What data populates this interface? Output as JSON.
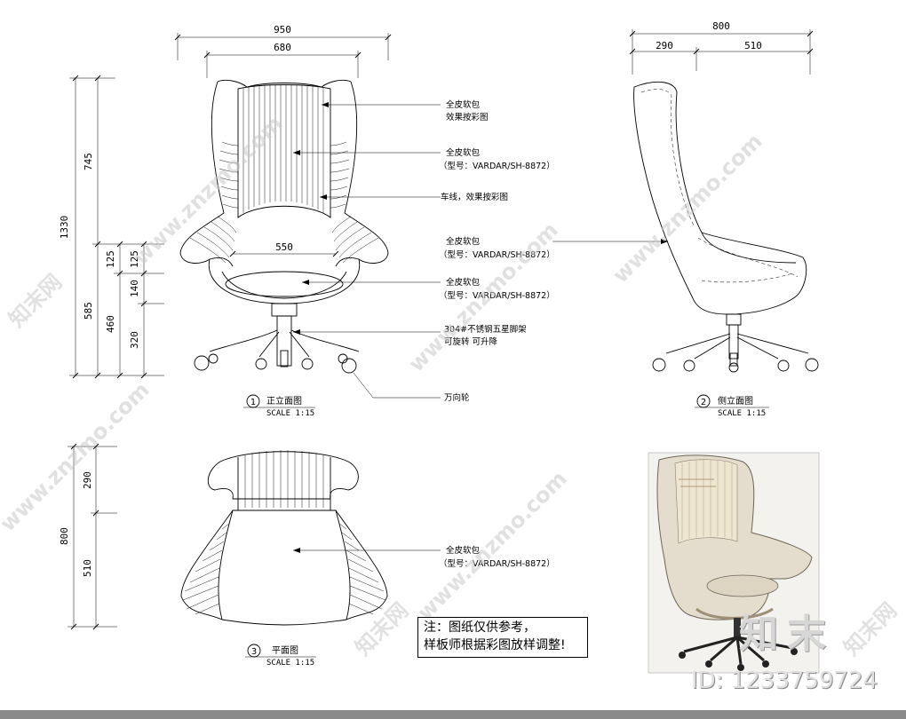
{
  "front_view": {
    "dims": {
      "total_width": "950",
      "back_width": "680",
      "seat_width": "550",
      "total_height": "1330",
      "back_height": "745",
      "lower_height": "585",
      "arm_h_outer": "125",
      "seat_h": "460",
      "arm_h_inner": "125",
      "cushion_h": "140",
      "base_h": "320"
    },
    "title": "正立面图",
    "num": "1",
    "scale": "SCALE 1:15"
  },
  "side_view": {
    "dims": {
      "depth": "800",
      "back_depth": "290",
      "seat_depth": "510"
    },
    "title": "侧立面图",
    "num": "2",
    "scale": "SCALE 1:15"
  },
  "plan_view": {
    "dims": {
      "depth": "800",
      "back_depth": "290",
      "seat_depth": "510"
    },
    "title": "平面图",
    "num": "3",
    "scale": "SCALE 1:15"
  },
  "notes": {
    "n1a": "全皮软包",
    "n1b": "效果按彩图",
    "n2a": "全皮软包",
    "n2b": "（型号：VARDAR/SH-8872）",
    "n3": "车线，效果按彩图",
    "n4a": "全皮软包",
    "n4b": "（型号：VARDAR/SH-8872）",
    "n5a": "全皮软包",
    "n5b": "（型号：VARDAR/SH-8872）",
    "n6a": "304#不锈钢五星脚架",
    "n6b": "可旋转  可升降",
    "n7": "万向轮",
    "n8a": "全皮软包",
    "n8b": "（型号：VARDAR/SH-8872）"
  },
  "remark": {
    "line1": "注：图纸仅供参考，",
    "line2": "样板师根据彩图放样调整!"
  },
  "watermark": {
    "site": "www.znzmo.com",
    "brand": "知末网",
    "logo": "知末",
    "id": "ID: 1233759724"
  }
}
